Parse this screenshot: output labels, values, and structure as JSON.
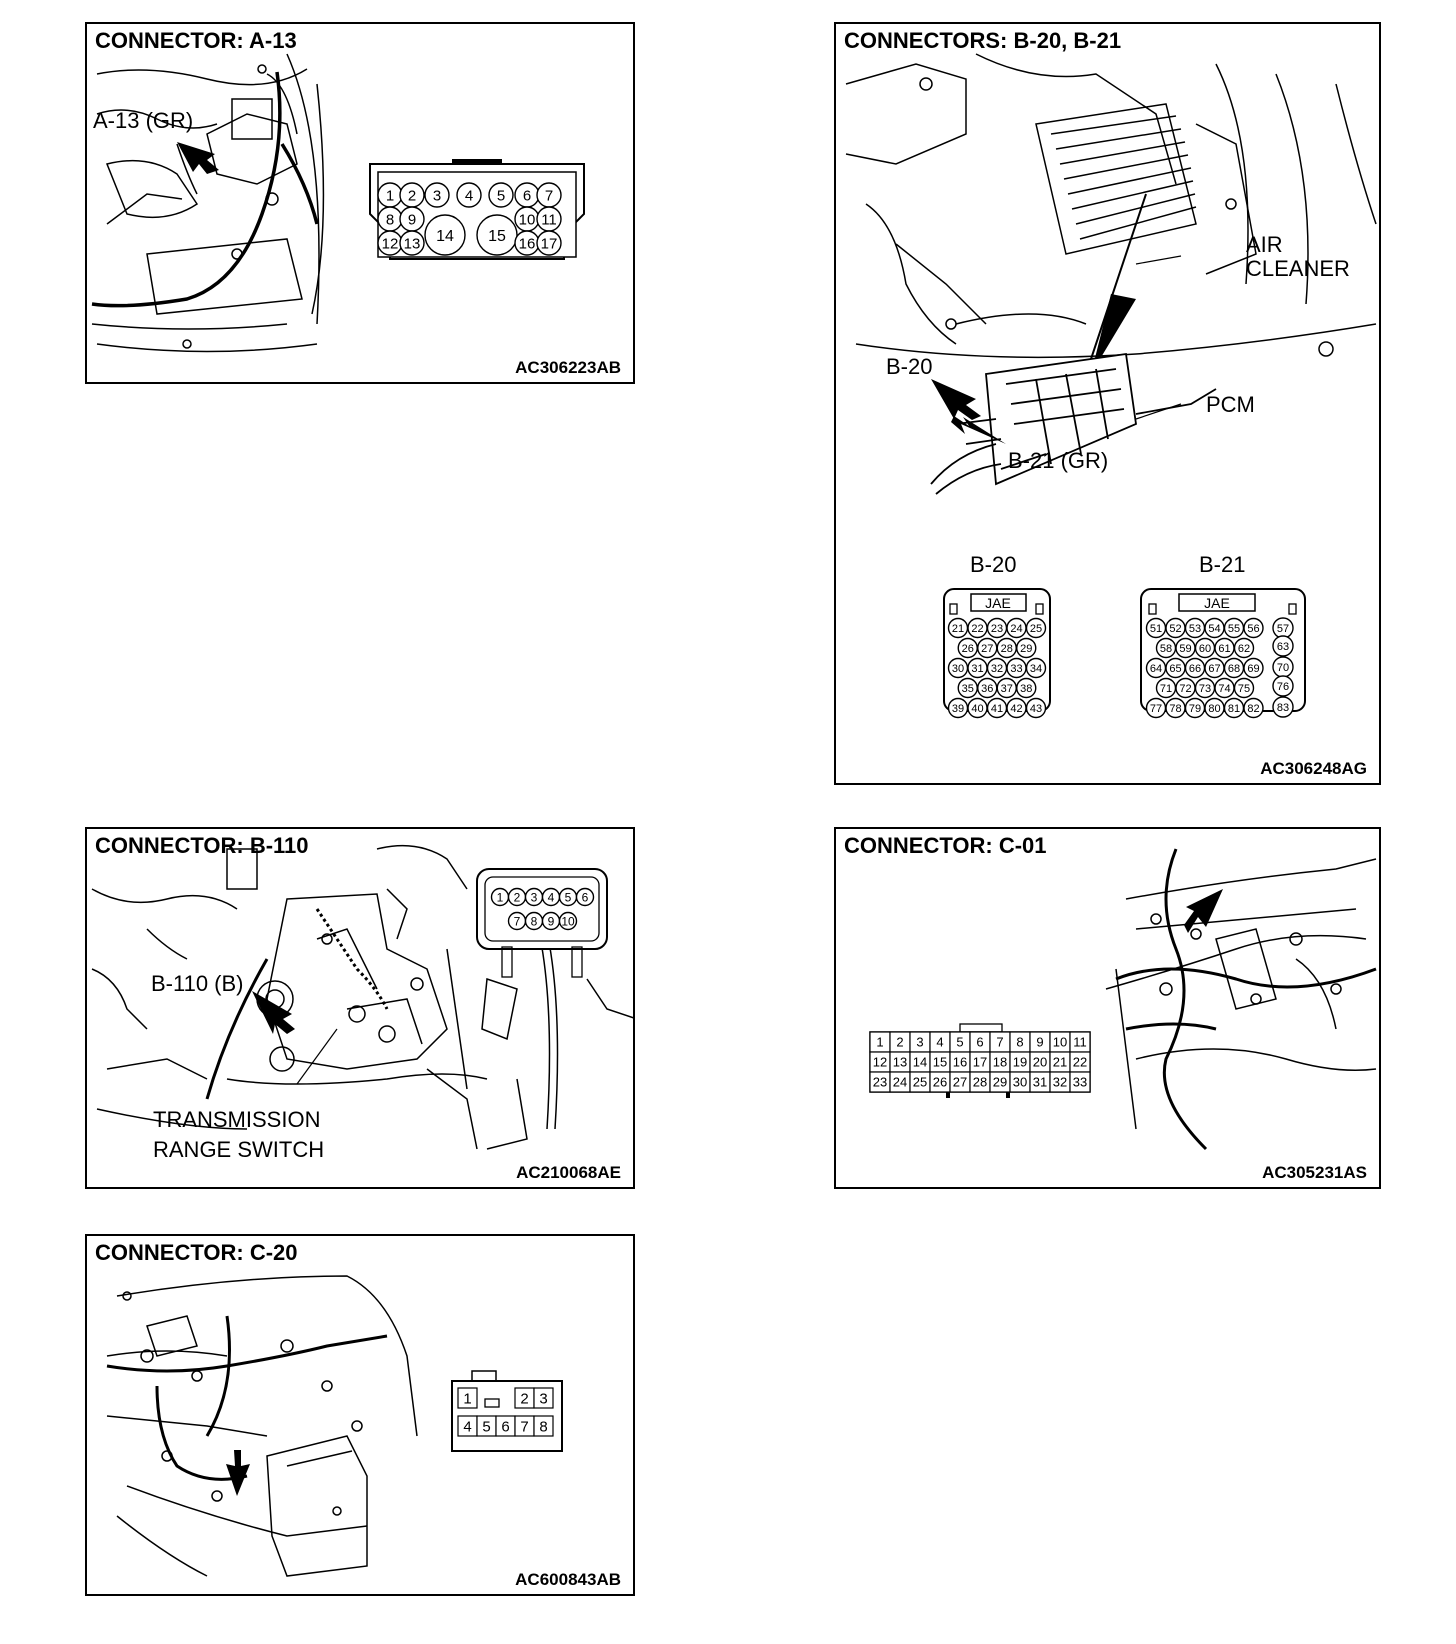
{
  "panels": {
    "a13": {
      "title": "CONNECTOR: A-13",
      "code": "AC306223AB",
      "callout": "A-13 (GR)",
      "pins": [
        "1",
        "2",
        "3",
        "4",
        "5",
        "6",
        "7",
        "8",
        "9",
        "14",
        "15",
        "10",
        "11",
        "12",
        "13",
        "16",
        "17"
      ]
    },
    "b20b21": {
      "title": "CONNECTORS: B-20, B-21",
      "code": "AC306248AG",
      "air_cleaner_line1": "AIR",
      "air_cleaner_line2": "CLEANER",
      "pcm": "PCM",
      "b20_callout": "B-20",
      "b21_callout": "B-21 (GR)",
      "b20_label": "B-20",
      "b21_label": "B-21",
      "jae": "JAE",
      "b20_pins": [
        [
          "21",
          "22",
          "23",
          "24",
          "25"
        ],
        [
          "26",
          "27",
          "28",
          "29"
        ],
        [
          "30",
          "31",
          "32",
          "33",
          "34"
        ],
        [
          "35",
          "36",
          "37",
          "38"
        ],
        [
          "39",
          "40",
          "41",
          "42",
          "43"
        ]
      ],
      "b21_pins": [
        [
          "51",
          "52",
          "53",
          "54",
          "55",
          "56"
        ],
        [
          "58",
          "59",
          "60",
          "61",
          "62"
        ],
        [
          "64",
          "65",
          "66",
          "67",
          "68",
          "69"
        ],
        [
          "71",
          "72",
          "73",
          "74",
          "75"
        ],
        [
          "77",
          "78",
          "79",
          "80",
          "81",
          "82"
        ]
      ],
      "b21_side_pins": [
        "57",
        "63",
        "70",
        "76",
        "83"
      ]
    },
    "b110": {
      "title": "CONNECTOR: B-110",
      "code": "AC210068AE",
      "callout": "B-110 (B)",
      "switch_line1": "TRANSMISSION",
      "switch_line2": "RANGE SWITCH",
      "pins_top": [
        "1",
        "2",
        "3",
        "4",
        "5",
        "6"
      ],
      "pins_bottom": [
        "7",
        "8",
        "9",
        "10"
      ]
    },
    "c01": {
      "title": "CONNECTOR: C-01",
      "code": "AC305231AS",
      "rows": [
        [
          "1",
          "2",
          "3",
          "4",
          "5",
          "6",
          "7",
          "8",
          "9",
          "10",
          "11"
        ],
        [
          "12",
          "13",
          "14",
          "15",
          "16",
          "17",
          "18",
          "19",
          "20",
          "21",
          "22"
        ],
        [
          "23",
          "24",
          "25",
          "26",
          "27",
          "28",
          "29",
          "30",
          "31",
          "32",
          "33"
        ]
      ]
    },
    "c20": {
      "title": "CONNECTOR: C-20",
      "code": "AC600843AB",
      "pins_top": [
        "1",
        "2",
        "3"
      ],
      "pins_bottom": [
        "4",
        "5",
        "6",
        "7",
        "8"
      ]
    }
  }
}
